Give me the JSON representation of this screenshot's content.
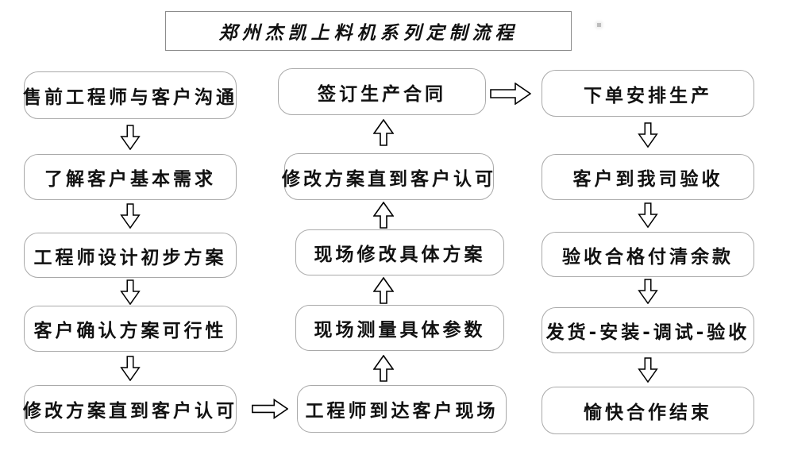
{
  "title": "郑州杰凯上料机系列定制流程",
  "columns": {
    "left": [
      "售前工程师与客户沟通",
      "了解客户基本需求",
      "工程师设计初步方案",
      "客户确认方案可行性",
      "修改方案直到客户认可"
    ],
    "middle": [
      "签订生产合同",
      "修改方案直到客户认可",
      "现场修改具体方案",
      "现场测量具体参数",
      "工程师到达客户现场"
    ],
    "right": [
      "下单安排生产",
      "客户到我司验收",
      "验收合格付清余款",
      "发货-安装-调试-验收",
      "愉快合作结束"
    ]
  },
  "icons": {
    "down_arrow": "arrow-down-icon",
    "up_arrow": "arrow-up-icon",
    "right_arrow": "arrow-right-icon"
  },
  "colors": {
    "background": "#ffffff",
    "box_border": "#a9a9a9",
    "title_border": "#8c8c8c",
    "text": "#111111",
    "arrow_outline": "#000000",
    "arrow_fill": "#ffffff"
  }
}
